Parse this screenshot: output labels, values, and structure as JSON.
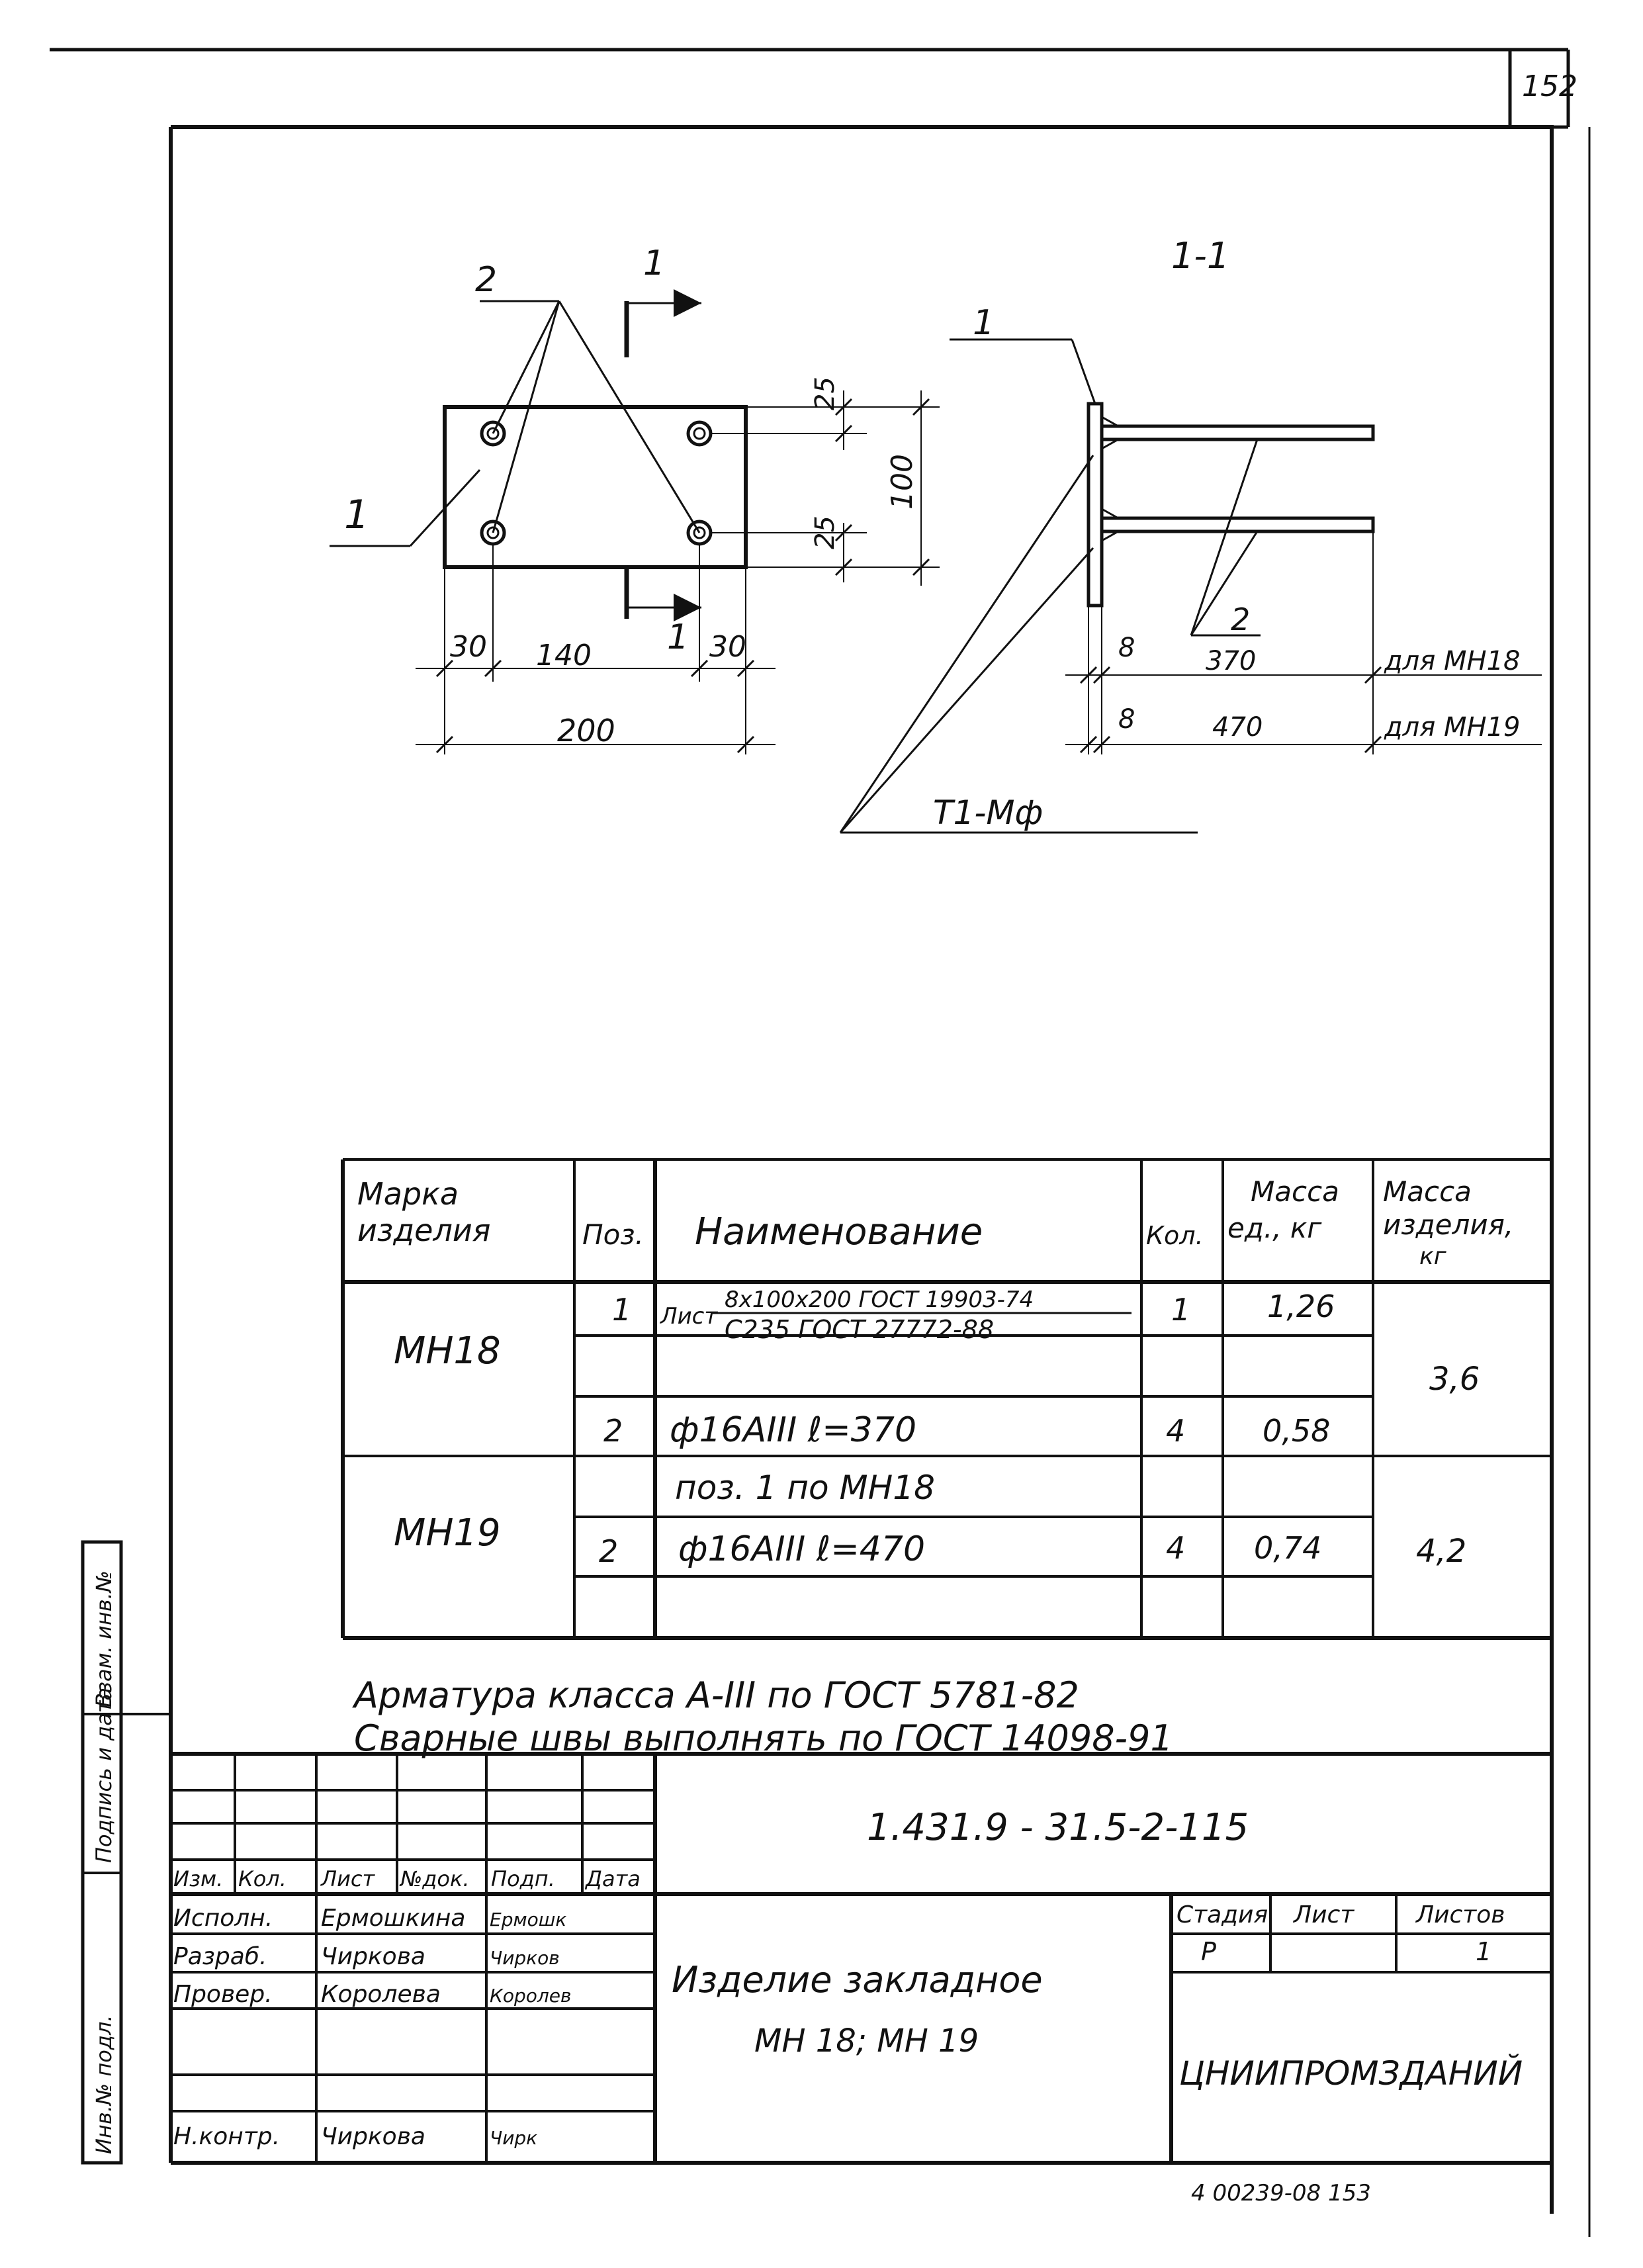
{
  "sheet_number": "152",
  "footer_number": "4 00239-08 153",
  "section_label": "1-1",
  "plan_view": {
    "cut_label_top": "1",
    "cut_label_bottom": "1",
    "callout_plate": "1",
    "callout_bars": "2",
    "dims": {
      "d25_top": "25",
      "d25_bottom": "25",
      "d100": "100",
      "d30_left": "30",
      "d140": "140",
      "d30_right": "30",
      "d200": "200"
    }
  },
  "section_view": {
    "callout_plate": "1",
    "callout_bars": "2",
    "len_mn18": "370",
    "len_mn19": "470",
    "thk1": "8",
    "thk2": "8",
    "for_mn18": "для МН18",
    "for_mn19": "для МН19",
    "weld": "Т1-Мф"
  },
  "spec_table": {
    "headers": {
      "mark": [
        "Марка",
        "изделия"
      ],
      "pos": "Поз.",
      "name": "Наименование",
      "qty": "Кол.",
      "unit_mass": [
        "Масса",
        "ед., кг"
      ],
      "item_mass": [
        "Масса",
        "изделия,",
        "кг"
      ]
    },
    "mn18": {
      "mark": "МН18",
      "pos1": "1",
      "sheet_word": "Лист",
      "sheet_top": "8x100x200 ГОСТ 19903-74",
      "sheet_bottom": "С235 ГОСТ 27772-88",
      "qty1": "1",
      "mass1": "1,26",
      "pos2": "2",
      "bar": "ф16АIII ℓ=370",
      "qty2": "4",
      "mass2": "0,58",
      "total": "3,6"
    },
    "mn19": {
      "mark": "МН19",
      "ref": "поз. 1 по МН18",
      "pos2": "2",
      "bar": "ф16АIII ℓ=470",
      "qty2": "4",
      "mass2": "0,74",
      "total": "4,2"
    }
  },
  "notes": [
    "Арматура класса А-III по ГОСТ 5781-82",
    "Сварные швы выполнять по ГОСТ 14098-91"
  ],
  "side_stamp": [
    "Инв.№ подл.",
    "Подпись и дата",
    "Взам. инв.№"
  ],
  "title_block": {
    "doc_code": "1.431.9 - 31.5-2-115",
    "col_headers": [
      "Изм.",
      "Кол.",
      "Лист",
      "№док.",
      "Подп.",
      "Дата"
    ],
    "roles": [
      {
        "role": "Исполн.",
        "name": "Ермошкина",
        "sign": "Ермошк"
      },
      {
        "role": "Разраб.",
        "name": "Чиркова",
        "sign": "Чирков"
      },
      {
        "role": "Провер.",
        "name": "Королева",
        "sign": "Королев"
      },
      {
        "role": "Н.контр.",
        "name": "Чиркова",
        "sign": "Чирк"
      }
    ],
    "title_line1": "Изделие закладное",
    "title_line2": "МН 18; МН 19",
    "stage_label": "Стадия",
    "sheet_label": "Лист",
    "sheets_label": "Листов",
    "stage_value": "Р",
    "sheets_value": "1",
    "org": "ЦНИИПРОМЗДАНИЙ"
  }
}
